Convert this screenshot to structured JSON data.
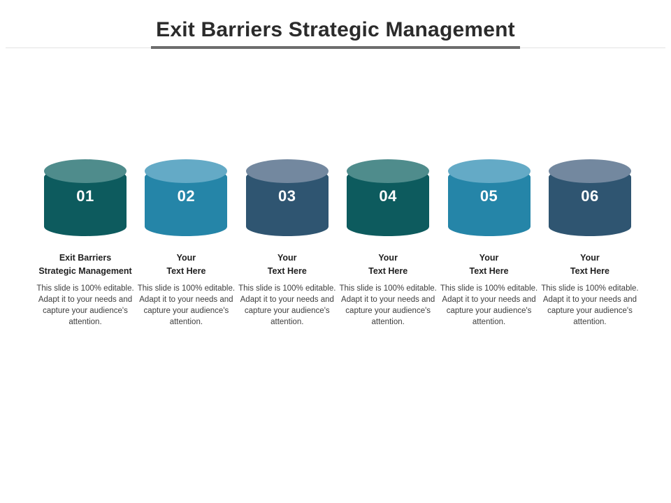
{
  "header": {
    "title": "Exit Barriers Strategic Management",
    "rule_light_color": "#e3e3e3",
    "rule_dark_color": "#6d6d6d"
  },
  "theme": {
    "background": "#ffffff",
    "title_color": "#2b2b2b",
    "heading_color": "#1f1f1f",
    "body_color": "#3d3d3d",
    "number_color": "#ffffff"
  },
  "items": [
    {
      "number": "01",
      "heading_line1": "Exit Barriers",
      "heading_line2": "Strategic Management",
      "body": "This slide is 100% editable. Adapt it to your needs and capture your audience's attention.",
      "body_color": "#0d5b5e",
      "top_color": "#4f8c8c"
    },
    {
      "number": "02",
      "heading_line1": "Your",
      "heading_line2": "Text Here",
      "body": "This slide is 100% editable. Adapt it to your needs and capture your audience's attention.",
      "body_color": "#2585a8",
      "top_color": "#64aac6"
    },
    {
      "number": "03",
      "heading_line1": "Your",
      "heading_line2": "Text Here",
      "body": "This slide is 100% editable. Adapt it to your needs and capture your audience's attention.",
      "body_color": "#2f5571",
      "top_color": "#73889f"
    },
    {
      "number": "04",
      "heading_line1": "Your",
      "heading_line2": "Text Here",
      "body": "This slide is 100% editable. Adapt it to your needs and capture your audience's attention.",
      "body_color": "#0d5b5e",
      "top_color": "#4f8c8c"
    },
    {
      "number": "05",
      "heading_line1": "Your",
      "heading_line2": "Text Here",
      "body": "This slide is 100% editable. Adapt it to your needs and capture your audience's attention.",
      "body_color": "#2585a8",
      "top_color": "#64aac6"
    },
    {
      "number": "06",
      "heading_line1": "Your",
      "heading_line2": "Text Here",
      "body": "This slide is 100% editable. Adapt it to your needs and capture your audience's attention.",
      "body_color": "#2f5571",
      "top_color": "#73889f"
    }
  ]
}
